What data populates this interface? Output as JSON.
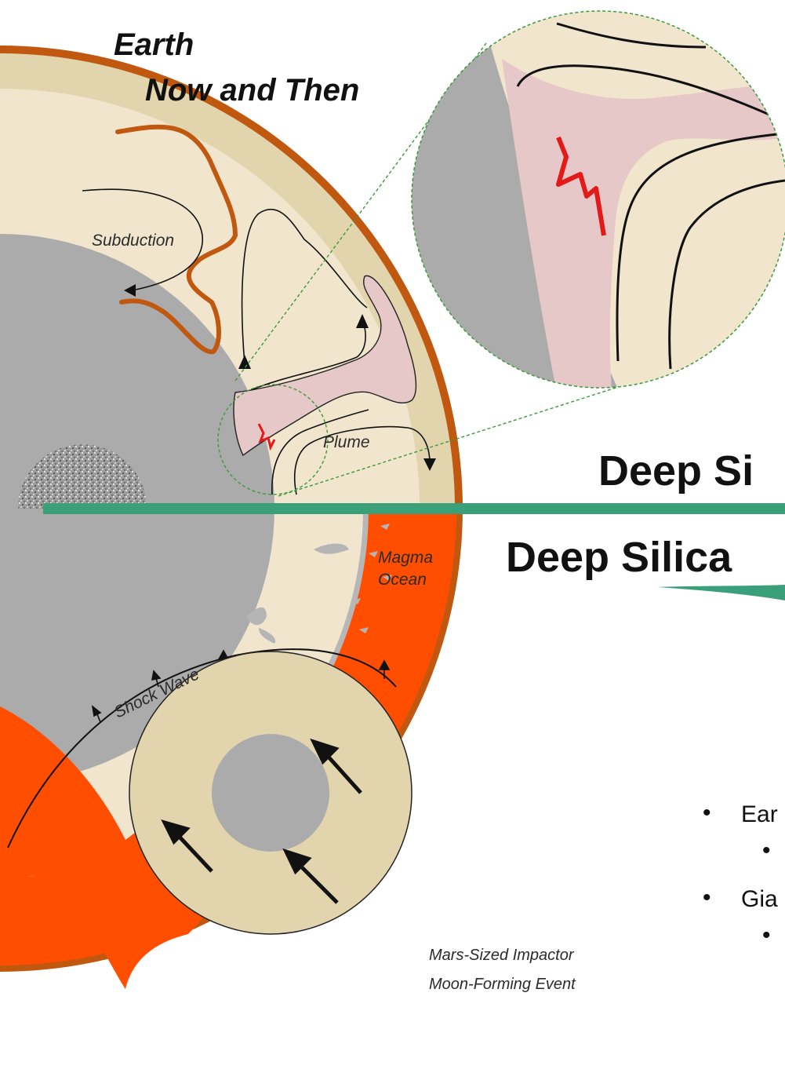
{
  "title": {
    "line1": "Earth",
    "line2": "Now and Then"
  },
  "heading_top": "Deep Si",
  "heading_bottom": "Deep Silica",
  "labels": {
    "subduction": "Subduction",
    "plume": "Plume",
    "magma_ocean_1": "Magma",
    "magma_ocean_2": "Ocean",
    "shock_wave": "Shock Wave",
    "impactor_1": "Mars-Sized Impactor",
    "impactor_2": "Moon-Forming Event"
  },
  "bullets": [
    {
      "text": "Ear",
      "sub": "•"
    },
    {
      "text": "Gia",
      "sub": "•"
    }
  ],
  "colors": {
    "mantle": "#f1e6cd",
    "crust": "#e2d4ad",
    "rim": "#c0580f",
    "core": "#ababab",
    "magma": "#ff4e00",
    "plume": "#e7c8c8",
    "divider": "#3aa07a",
    "zoom": "#3a9a3a"
  }
}
